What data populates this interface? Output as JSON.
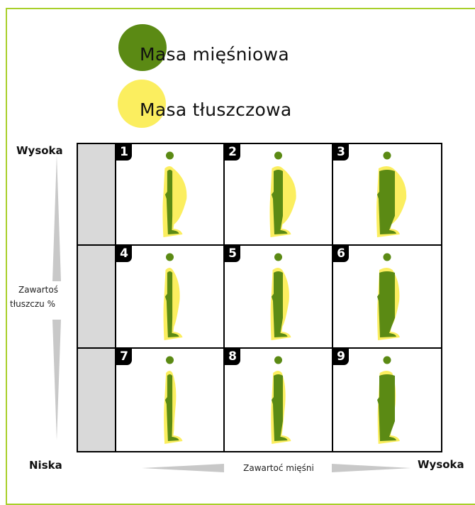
{
  "legend": {
    "muscle_label": "Masa mięśniowa",
    "fat_label": "Masa tłuszczowa",
    "muscle_color": "#5b8a14",
    "fat_color": "#fbee5f"
  },
  "y_axis": {
    "high_label": "Wysoka",
    "low_label": "Niska",
    "title_line1": "Zawartoś",
    "title_line2": "tłuszczu %"
  },
  "x_axis": {
    "high_label": "Wysoka",
    "title": "Zawartoć mięśni"
  },
  "cells": [
    {
      "number": "1",
      "fat": 1.0,
      "muscle": 0.18
    },
    {
      "number": "2",
      "fat": 1.0,
      "muscle": 0.5
    },
    {
      "number": "3",
      "fat": 1.0,
      "muscle": 1.0
    },
    {
      "number": "4",
      "fat": 0.45,
      "muscle": 0.18
    },
    {
      "number": "5",
      "fat": 0.45,
      "muscle": 0.5
    },
    {
      "number": "6",
      "fat": 0.45,
      "muscle": 1.0
    },
    {
      "number": "7",
      "fat": 0.15,
      "muscle": 0.18
    },
    {
      "number": "8",
      "fat": 0.15,
      "muscle": 0.5
    },
    {
      "number": "9",
      "fat": 0.15,
      "muscle": 1.0
    }
  ]
}
